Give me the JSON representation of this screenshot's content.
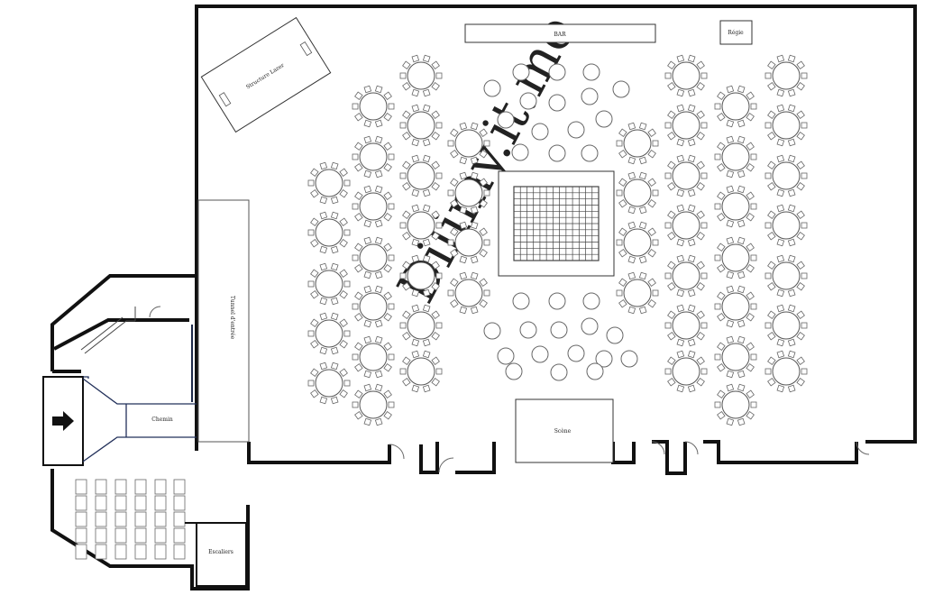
{
  "labels": {
    "bar": "BAR",
    "regie": "Régie",
    "structure": "Structure Lazer",
    "tunnel": "Tunnel d'entrée",
    "chemin": "Chemin",
    "scene": "Scène",
    "escaliers": "Escaliers"
  },
  "watermark": "Dilimy.it.me",
  "colors": {
    "wall": "#111111",
    "line": "#555555",
    "path": "#1d2a4a",
    "watermark": "#d9d9d9"
  }
}
